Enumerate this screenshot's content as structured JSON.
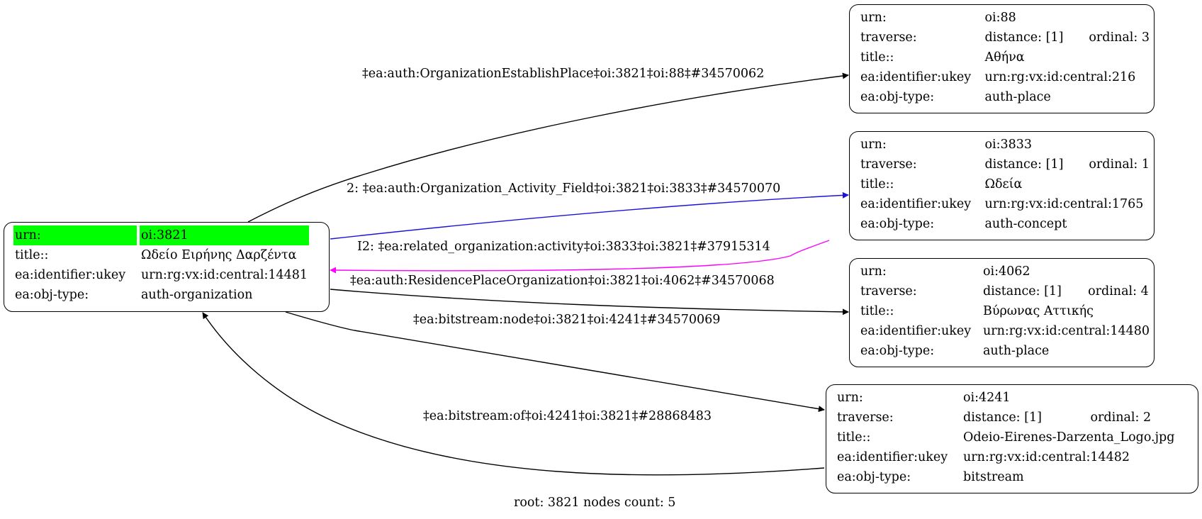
{
  "root_node": {
    "rows": [
      {
        "key": "urn:",
        "value": "oi:3821"
      },
      {
        "key": "title::",
        "value": "Ωδείο Ειρήνης Δαρζέντα"
      },
      {
        "key": "ea:identifier:ukey",
        "value": "urn:rg:vx:id:central:14481"
      },
      {
        "key": "ea:obj-type:",
        "value": "auth-organization"
      }
    ],
    "highlight_color": "#00ff00"
  },
  "nodes": [
    {
      "urn": "oi:88",
      "distance": "distance: [1]",
      "ordinal": "ordinal: 3",
      "title": "Αθήνα",
      "ukey": "urn:rg:vx:id:central:216",
      "obj_type": "auth-place"
    },
    {
      "urn": "oi:3833",
      "distance": "distance: [1]",
      "ordinal": "ordinal: 1",
      "title": "Ωδεία",
      "ukey": "urn:rg:vx:id:central:1765",
      "obj_type": "auth-concept"
    },
    {
      "urn": "oi:4062",
      "distance": "distance: [1]",
      "ordinal": "ordinal: 4",
      "title": "Βύρωνας Αττικής",
      "ukey": "urn:rg:vx:id:central:14480",
      "obj_type": "auth-place"
    },
    {
      "urn": "oi:4241",
      "distance": "distance: [1]",
      "ordinal": "ordinal: 2",
      "title": "Odeio-Eirenes-Darzenta_Logo.jpg",
      "ukey": "urn:rg:vx:id:central:14482",
      "obj_type": "bitstream"
    }
  ],
  "field_labels": {
    "urn": "urn:",
    "traverse": "traverse:",
    "title": "title::",
    "ukey": "ea:identifier:ukey",
    "obj_type": "ea:obj-type:"
  },
  "edges": [
    {
      "label": "‡ea:auth:OrganizationEstablishPlace‡oi:3821‡oi:88‡#34570062",
      "color": "#000000"
    },
    {
      "label": "2: ‡ea:auth:Organization_Activity_Field‡oi:3821‡oi:3833‡#34570070",
      "color": "#1a14d9"
    },
    {
      "label": "I2: ‡ea:related_organization:activity‡oi:3833‡oi:3821‡#37915314",
      "color": "#ff00ff"
    },
    {
      "label": "‡ea:auth:ResidencePlaceOrganization‡oi:3821‡oi:4062‡#34570068",
      "color": "#000000"
    },
    {
      "label": "‡ea:bitstream:node‡oi:3821‡oi:4241‡#34570069",
      "color": "#000000"
    },
    {
      "label": "‡ea:bitstream:of‡oi:4241‡oi:3821‡#28868483",
      "color": "#000000"
    }
  ],
  "footer": "root: 3821 nodes count: 5"
}
